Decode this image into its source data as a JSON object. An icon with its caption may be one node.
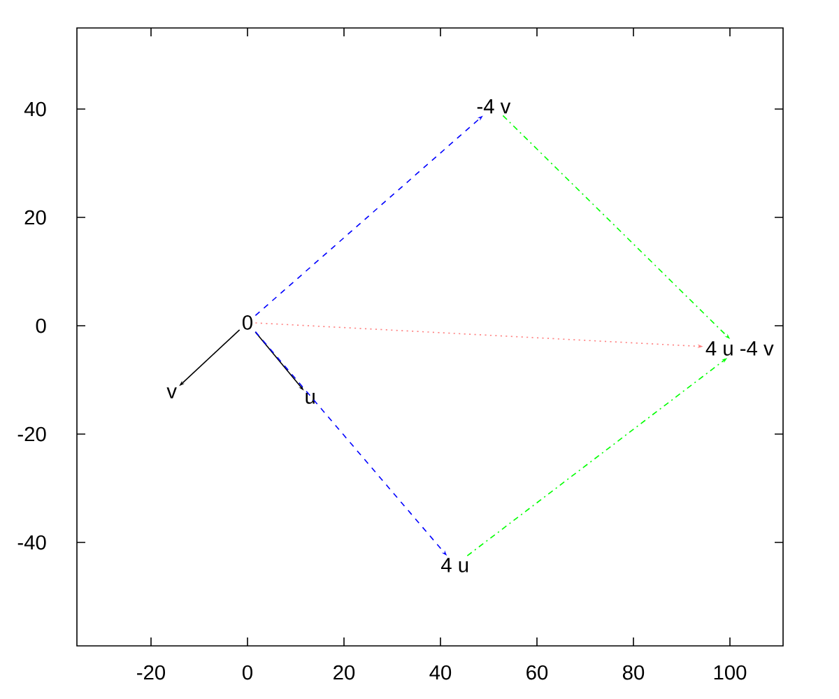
{
  "diagram": {
    "nodes": [
      {
        "text": [
          "0"
        ]
      },
      {
        "text": [
          "v"
        ]
      },
      {
        "text": [
          "u"
        ]
      },
      {
        "text": [
          "-4 v"
        ]
      },
      {
        "text": [
          "4 u"
        ]
      },
      {
        "text": [
          "4 u -4 v"
        ]
      }
    ],
    "edges": [
      {
        "from": 0,
        "to": 1,
        "arrow": "to",
        "color": "#000000"
      },
      {
        "from": 0,
        "to": 2,
        "arrow": "to",
        "color": "#000000"
      },
      {
        "from": 0,
        "to": 3,
        "arrow": "to",
        "style": "dashed",
        "color": "#0000ff"
      },
      {
        "from": 0,
        "to": 4,
        "arrow": "to",
        "style": "dashed",
        "color": "#0000ff"
      },
      {
        "from": 3,
        "to": 5,
        "arrow": "to",
        "style": "dashed",
        "color": "#00ff00"
      },
      {
        "from": 4,
        "to": 5,
        "arrow": "to",
        "style": "dashed",
        "color": "#00ff00"
      },
      {
        "from": 0,
        "to": 5,
        "arrow": "to",
        "style": "dashed",
        "color": "#ff8080"
      }
    ],
    "labels": [
      "40",
      "20",
      "0",
      "-20",
      "-40",
      "-20",
      "0",
      "20",
      "40",
      "60",
      "80",
      "100"
    ]
  }
}
